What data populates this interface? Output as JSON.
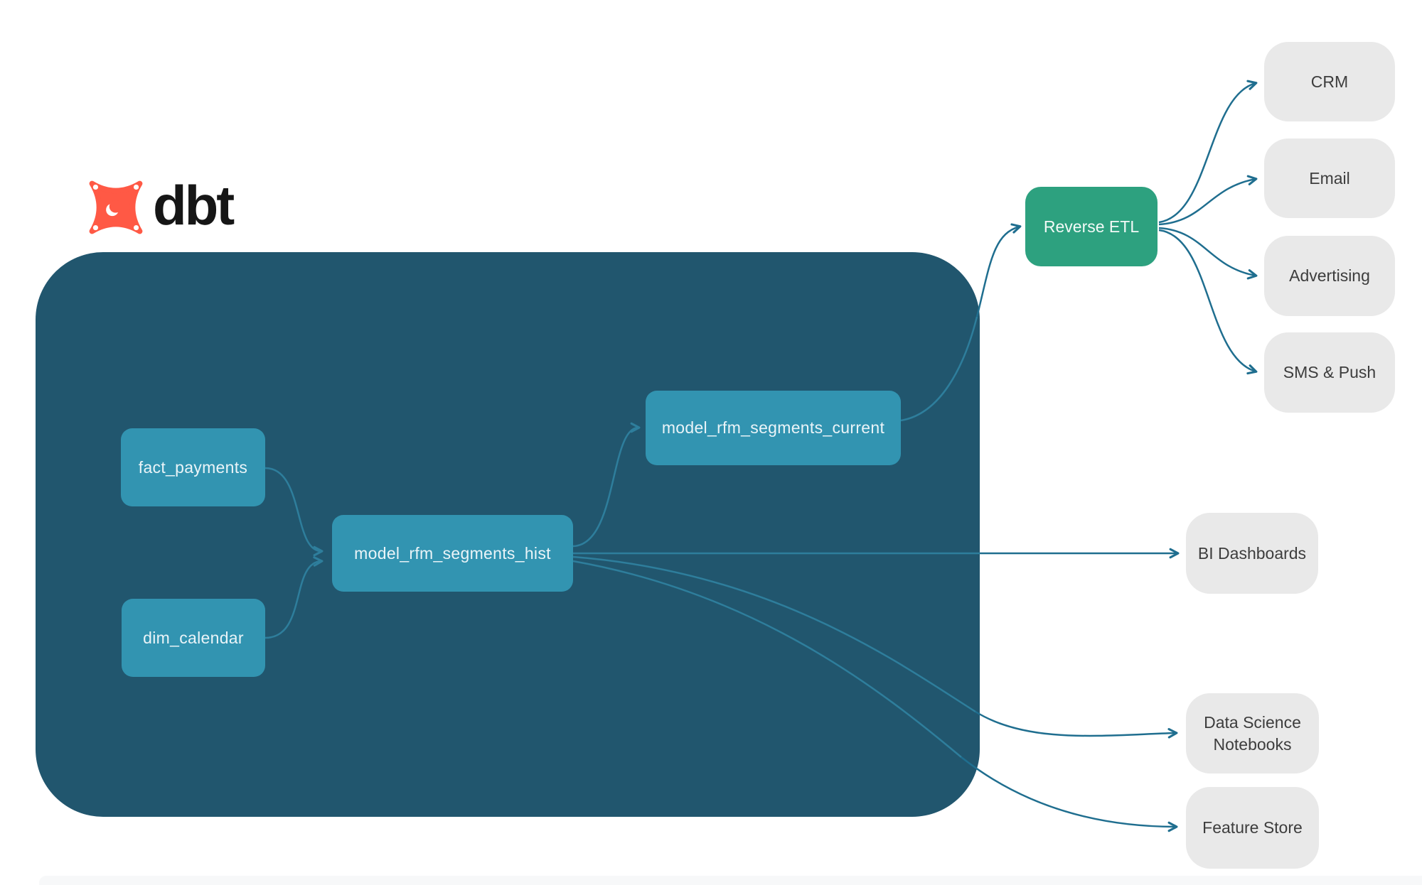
{
  "logo": {
    "text": "dbt",
    "icon": "dbt-star-icon",
    "color": "#FF5945"
  },
  "nodes": {
    "fact_payments": {
      "label": "fact_payments"
    },
    "dim_calendar": {
      "label": "dim_calendar"
    },
    "model_rfm_segments_hist": {
      "label": "model_rfm_segments_hist"
    },
    "model_rfm_segments_current": {
      "label": "model_rfm_segments_current"
    },
    "reverse_etl": {
      "label": "Reverse ETL"
    },
    "crm": {
      "label": "CRM"
    },
    "email": {
      "label": "Email"
    },
    "advertising": {
      "label": "Advertising"
    },
    "sms_push": {
      "label": "SMS & Push"
    },
    "bi_dashboards": {
      "label": "BI Dashboards"
    },
    "data_science_notebooks": {
      "label": "Data Science Notebooks"
    },
    "feature_store": {
      "label": "Feature Store"
    }
  },
  "edges": [
    {
      "from": "fact_payments",
      "to": "model_rfm_segments_hist"
    },
    {
      "from": "dim_calendar",
      "to": "model_rfm_segments_hist"
    },
    {
      "from": "model_rfm_segments_hist",
      "to": "model_rfm_segments_current"
    },
    {
      "from": "model_rfm_segments_current",
      "to": "reverse_etl"
    },
    {
      "from": "reverse_etl",
      "to": "crm"
    },
    {
      "from": "reverse_etl",
      "to": "email"
    },
    {
      "from": "reverse_etl",
      "to": "advertising"
    },
    {
      "from": "reverse_etl",
      "to": "sms_push"
    },
    {
      "from": "model_rfm_segments_hist",
      "to": "bi_dashboards"
    },
    {
      "from": "model_rfm_segments_hist",
      "to": "data_science_notebooks"
    },
    {
      "from": "model_rfm_segments_hist",
      "to": "feature_store"
    }
  ],
  "colors": {
    "container": "#21566E",
    "model_node": "#3294B1",
    "accent_green": "#2DA17F",
    "destination_box": "#E9E9E9",
    "edge_inside": "#2E7E9C",
    "edge_outside": "#1F6E8F",
    "dbt_orange": "#FF5945"
  }
}
